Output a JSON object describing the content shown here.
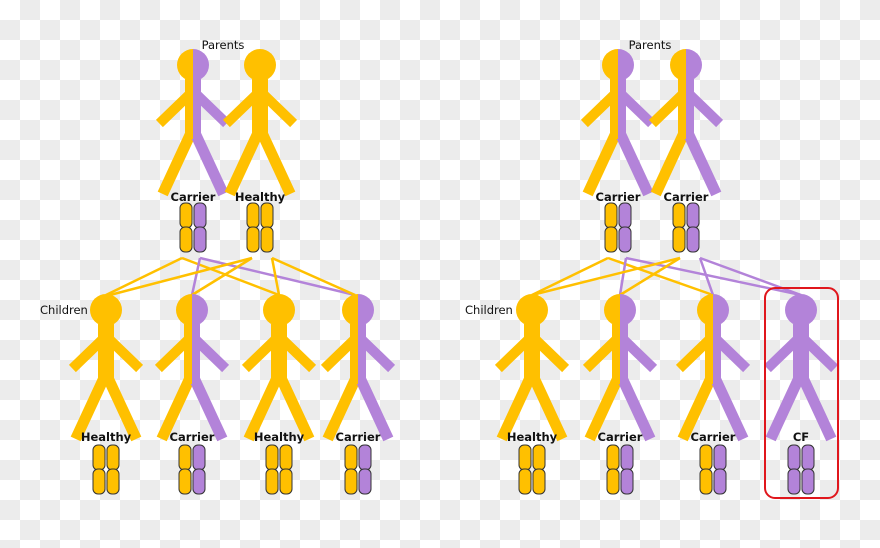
{
  "colors": {
    "normal": "#FFC000",
    "cf": "#B383D9",
    "highlight": "#E0161C"
  },
  "panels": [
    {
      "parents_label": "Parents",
      "children_label": "Children",
      "parents": [
        {
          "type": "carrier",
          "label": "Carrier"
        },
        {
          "type": "healthy",
          "label": "Healthy"
        }
      ],
      "children": [
        {
          "type": "healthy",
          "label": "Healthy"
        },
        {
          "type": "carrier",
          "label": "Carrier"
        },
        {
          "type": "healthy",
          "label": "Healthy"
        },
        {
          "type": "carrier",
          "label": "Carrier"
        }
      ]
    },
    {
      "parents_label": "Parents",
      "children_label": "Children",
      "parents": [
        {
          "type": "carrier",
          "label": "Carrier"
        },
        {
          "type": "carrier",
          "label": "Carrier"
        }
      ],
      "children": [
        {
          "type": "healthy",
          "label": "Healthy"
        },
        {
          "type": "carrier",
          "label": "Carrier"
        },
        {
          "type": "carrier",
          "label": "Carrier"
        },
        {
          "type": "cf",
          "label": "CF",
          "highlighted": true
        }
      ]
    }
  ]
}
